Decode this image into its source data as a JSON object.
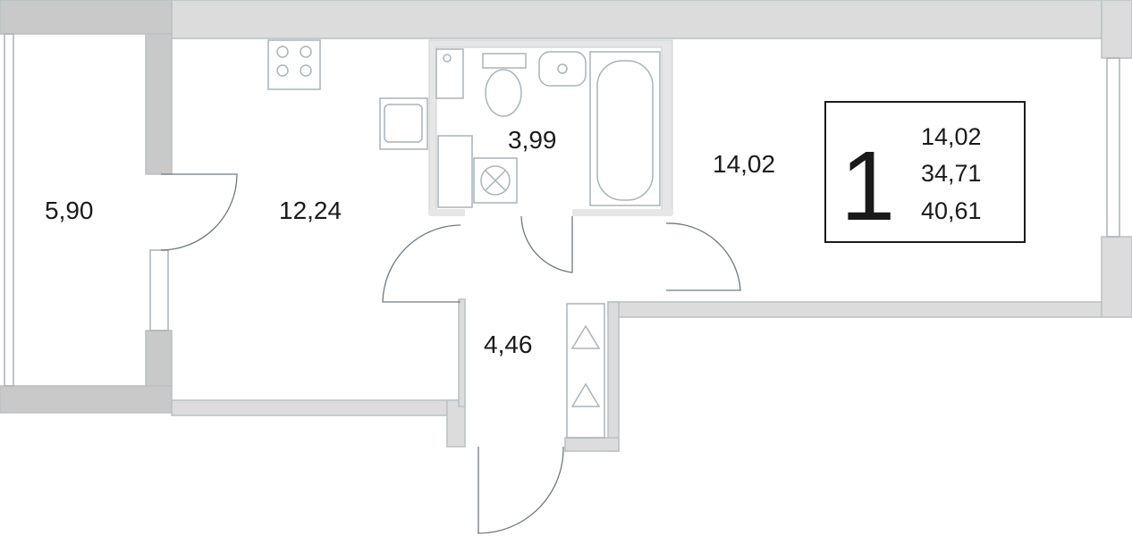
{
  "plan": {
    "rooms": {
      "balcony": "5,90",
      "kitchen": "12,24",
      "bathroom": "3,99",
      "living_room": "14,02",
      "hallway": "4,46"
    },
    "info": {
      "rooms_count": "1",
      "living_area": "14,02",
      "total_area": "34,71",
      "total_with_balcony": "40,61"
    }
  },
  "colors": {
    "wall": "#dcdcdc",
    "wall_dark": "#c9c9c9",
    "fixture": "#a9b4ba"
  }
}
